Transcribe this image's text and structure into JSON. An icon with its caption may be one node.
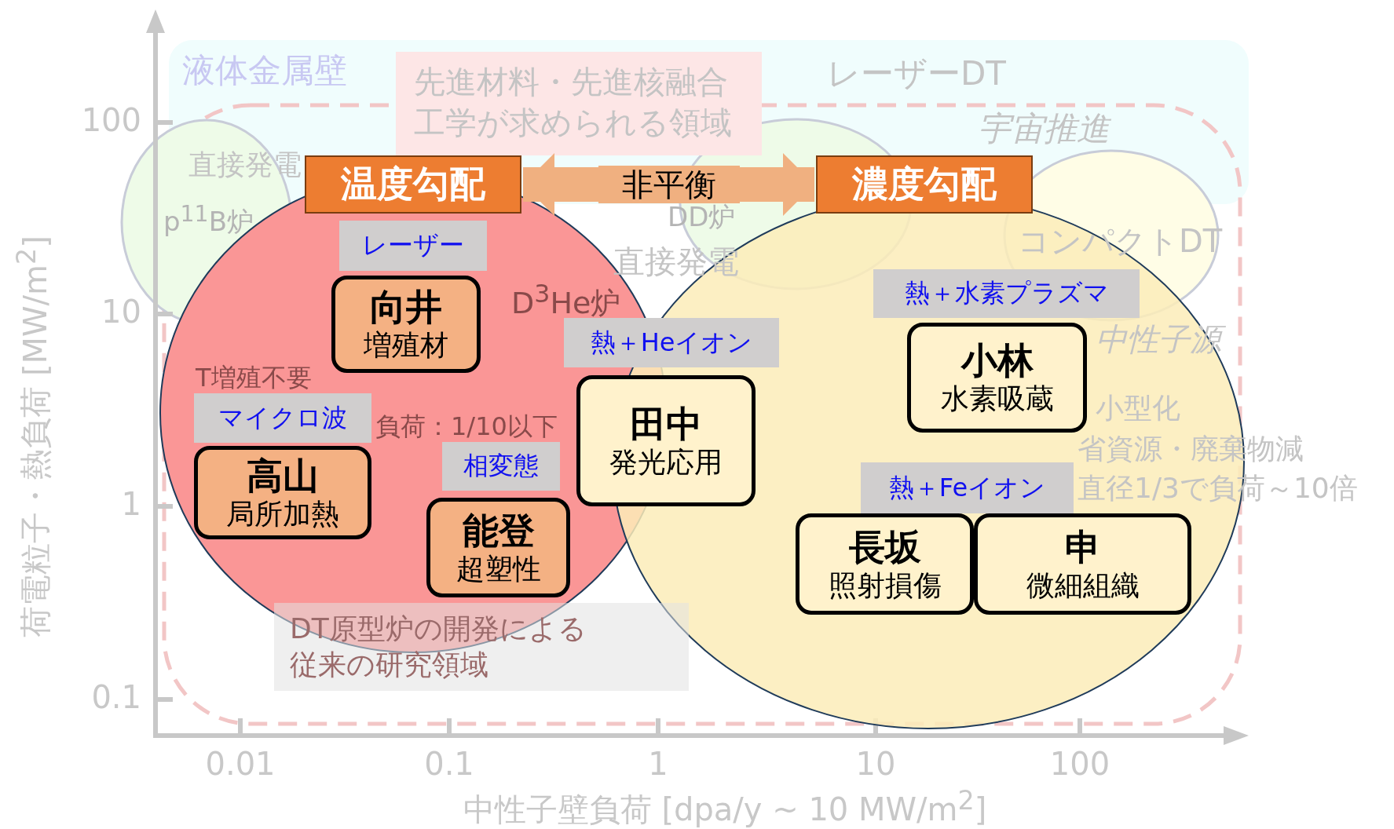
{
  "diagram": {
    "nodes": [
      {
        "text": [
          "温度勾配"
        ]
      },
      {
        "text": [
          "向井",
          "増殖材"
        ],
        "in": 0,
        "beside": [
          "レーザー"
        ]
      },
      {
        "text": [
          "高山",
          "局所加熱"
        ],
        "in": 0,
        "beside": [
          "マイクロ波"
        ]
      },
      {
        "text": [
          "能登",
          "超塑性"
        ],
        "in": 0,
        "beside": [
          "相変態"
        ]
      },
      {
        "text": [
          "田中",
          "発光応用"
        ],
        "beside": [
          "熱＋Heイオン"
        ]
      },
      {
        "text": [
          "濃度勾配"
        ]
      },
      {
        "text": [
          "小林",
          "水素吸蔵"
        ],
        "in": 5,
        "beside": [
          "熱＋水素プラズマ"
        ]
      },
      {
        "text": [
          "長坂",
          "照射損傷"
        ],
        "in": 5
      },
      {
        "text": [
          "申",
          "微細組織"
        ],
        "in": 5
      }
    ],
    "edges": [
      {
        "from": 0,
        "to": 5,
        "arrow": "both",
        "label": "非平衡"
      }
    ],
    "labels": [
      "液体金属壁",
      "先進材料・先進核融合工学が求められる領域",
      "レーザーDT",
      "宇宙推進",
      "直接発電",
      "p$^{11}$B炉",
      "DD炉",
      "直接発電",
      "D$^{3}$He炉",
      "コンパクトDT",
      "中性子源",
      "T増殖不要",
      "負荷：1/10以下",
      "小型化",
      "省資源・廃棄物減",
      "直径1/3で負荷～10倍",
      "DT原型炉の開発による従来の研究領域",
      "熱＋Feイオン",
      "100",
      "10",
      "1",
      "0.1",
      "0.01",
      "0.1",
      "1",
      "10",
      "100",
      "荷電粒子・熱負荷 [MW/m$^{2}$]",
      "中性子壁負荷 [dpa/y ~ 10 MW/m$^{2}$]"
    ]
  }
}
